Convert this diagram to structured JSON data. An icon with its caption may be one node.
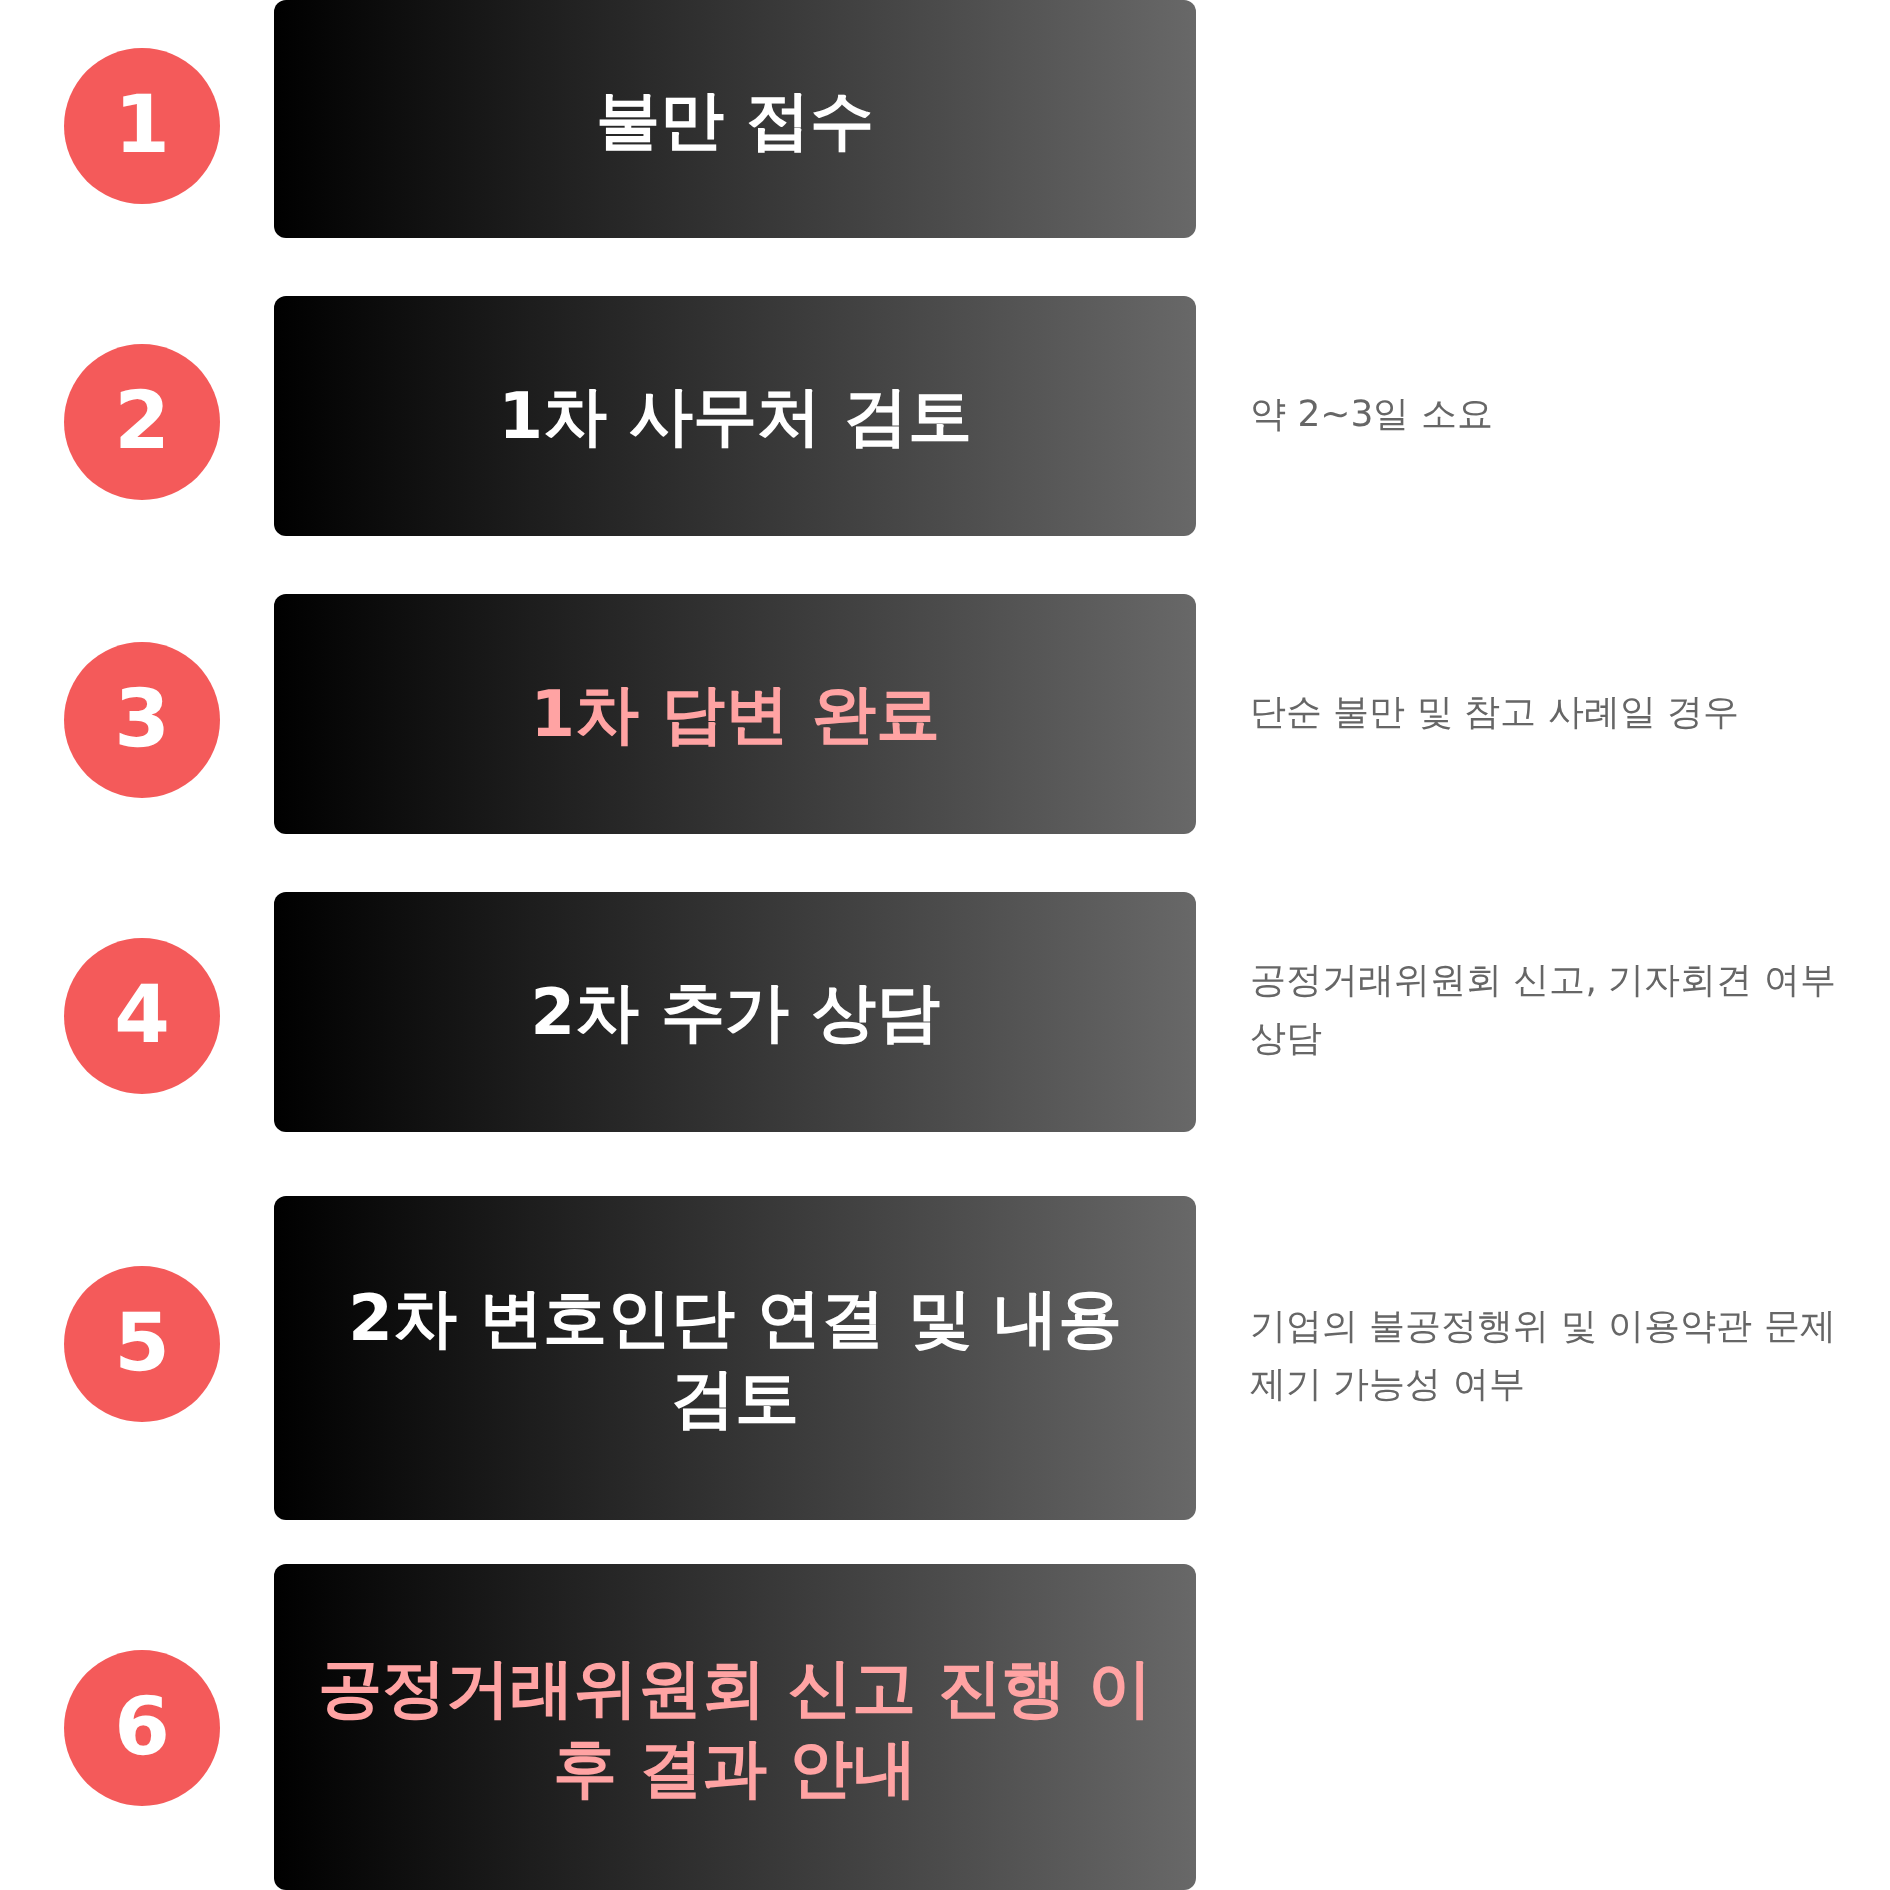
{
  "diagram": {
    "nodes": [
      {
        "text": [
          "1"
        ]
      },
      {
        "text": [
          "불만 접수"
        ]
      },
      {
        "text": [
          "2"
        ]
      },
      {
        "text": [
          "1차 사무처 검토"
        ],
        "beside": [
          "약 2~3일 소요"
        ]
      },
      {
        "text": [
          "3"
        ]
      },
      {
        "text": [
          "1차 답변 완료"
        ],
        "beside": [
          "단순 불만 및 참고 사례일 경우"
        ]
      },
      {
        "text": [
          "4"
        ]
      },
      {
        "text": [
          "2차 추가 상담"
        ],
        "beside": [
          "공정거래위원회 신고, 기자회견 여부 상담"
        ]
      },
      {
        "text": [
          "5"
        ]
      },
      {
        "text": [
          "2차 변호인단 연결 및 내용 검토"
        ],
        "beside": [
          "기업의 불공정행위 및 이용약관 문제제기 가능성 여부"
        ]
      },
      {
        "text": [
          "6"
        ]
      },
      {
        "text": [
          "공정거래위원회 신고 진행 이후 결과 안내"
        ]
      }
    ]
  }
}
